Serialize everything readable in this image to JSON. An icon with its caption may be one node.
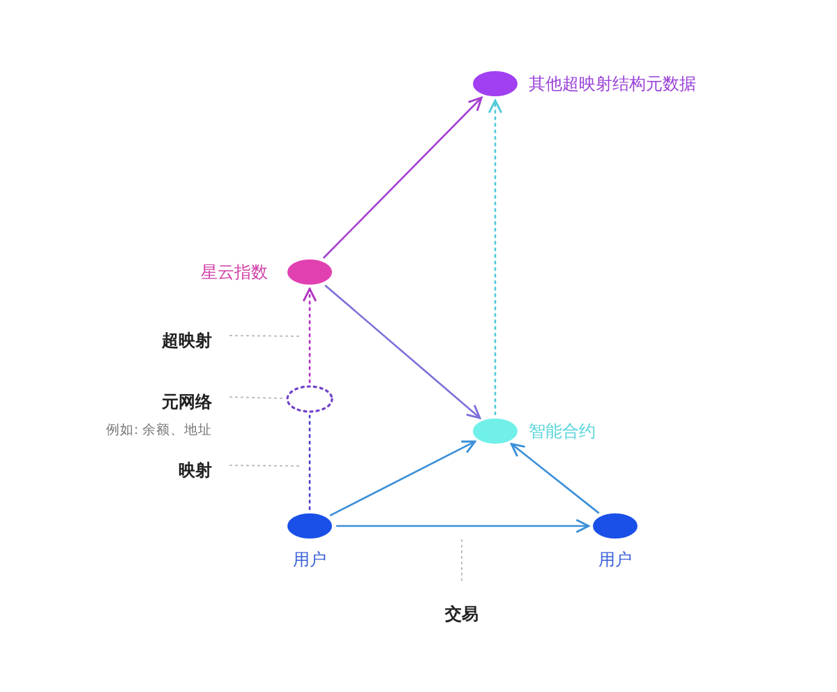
{
  "diagram": {
    "nodes": [
      {
        "text": [],
        "shape": "ellipse",
        "beside": [
          "其他超映射结构元数据"
        ]
      },
      {
        "text": [],
        "shape": "ellipse",
        "beside": [
          "星云指数"
        ]
      },
      {
        "text": [],
        "shape": "ellipse"
      },
      {
        "text": [],
        "shape": "ellipse",
        "beside": [
          "智能合约"
        ]
      },
      {
        "text": [],
        "shape": "ellipse",
        "beside": [
          "用户"
        ]
      },
      {
        "text": [],
        "shape": "ellipse",
        "beside": [
          "用户"
        ]
      },
      {
        "text": [
          "超映射"
        ]
      },
      {
        "text": [
          "元网络",
          "例如: 余额、地址"
        ]
      },
      {
        "text": [
          "映射"
        ]
      },
      {
        "text": [
          "交易"
        ]
      }
    ],
    "edges": [
      {
        "from": 1,
        "to": 0,
        "arrow": "to",
        "color": "#a63fd0"
      },
      {
        "from": 3,
        "to": 0,
        "arrow": "to",
        "style": "dashed",
        "color": "#4fc8d8"
      },
      {
        "from": 1,
        "to": 3,
        "arrow": "to",
        "color": "#7a70d8"
      },
      {
        "from": 4,
        "to": 2,
        "arrow": "none",
        "style": "dashed",
        "color": "#4a3fc8"
      },
      {
        "from": 2,
        "to": 1,
        "arrow": "to",
        "style": "dashed",
        "color": "#b030c0"
      },
      {
        "from": 4,
        "to": 3,
        "arrow": "to",
        "color": "#3a8fd8"
      },
      {
        "from": 4,
        "to": 5,
        "arrow": "to",
        "color": "#3a8fd8"
      },
      {
        "from": 5,
        "to": 3,
        "arrow": "to",
        "color": "#3a8fd8"
      },
      {
        "from": 6,
        "to": null,
        "arrow": "none",
        "style": "dashed",
        "color": "#b8b8b8"
      },
      {
        "from": 7,
        "to": 2,
        "arrow": "none",
        "style": "dashed",
        "color": "#b8b8b8"
      },
      {
        "from": 8,
        "to": null,
        "arrow": "none",
        "style": "dashed",
        "color": "#b8b8b8"
      },
      {
        "from": 9,
        "to": null,
        "arrow": "none",
        "style": "dashed",
        "color": "#b8b8b8"
      }
    ]
  }
}
